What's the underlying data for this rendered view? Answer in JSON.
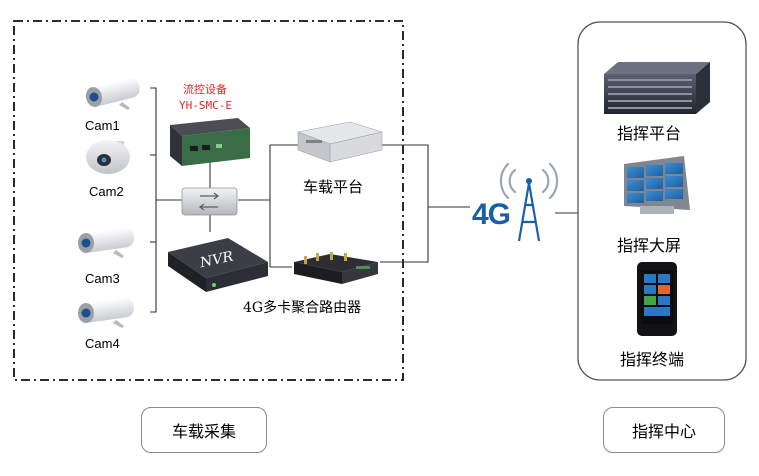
{
  "vehicle": {
    "cams": [
      "Cam1",
      "Cam2",
      "Cam3",
      "Cam4"
    ],
    "flow_device": {
      "line1": "流控设备",
      "line2": "YH-SMC-E"
    },
    "nvr_label": "NVR",
    "platform_label": "车载平台",
    "router_label": "4G多卡聚合路由器",
    "section_label": "车载采集"
  },
  "network": {
    "label": "4G"
  },
  "command": {
    "items": [
      "指挥平台",
      "指挥大屏",
      "指挥终端"
    ],
    "section_label": "指挥中心"
  },
  "colors": {
    "flow_text": "#e8242a",
    "accent_4g": "#1a5fa8"
  }
}
